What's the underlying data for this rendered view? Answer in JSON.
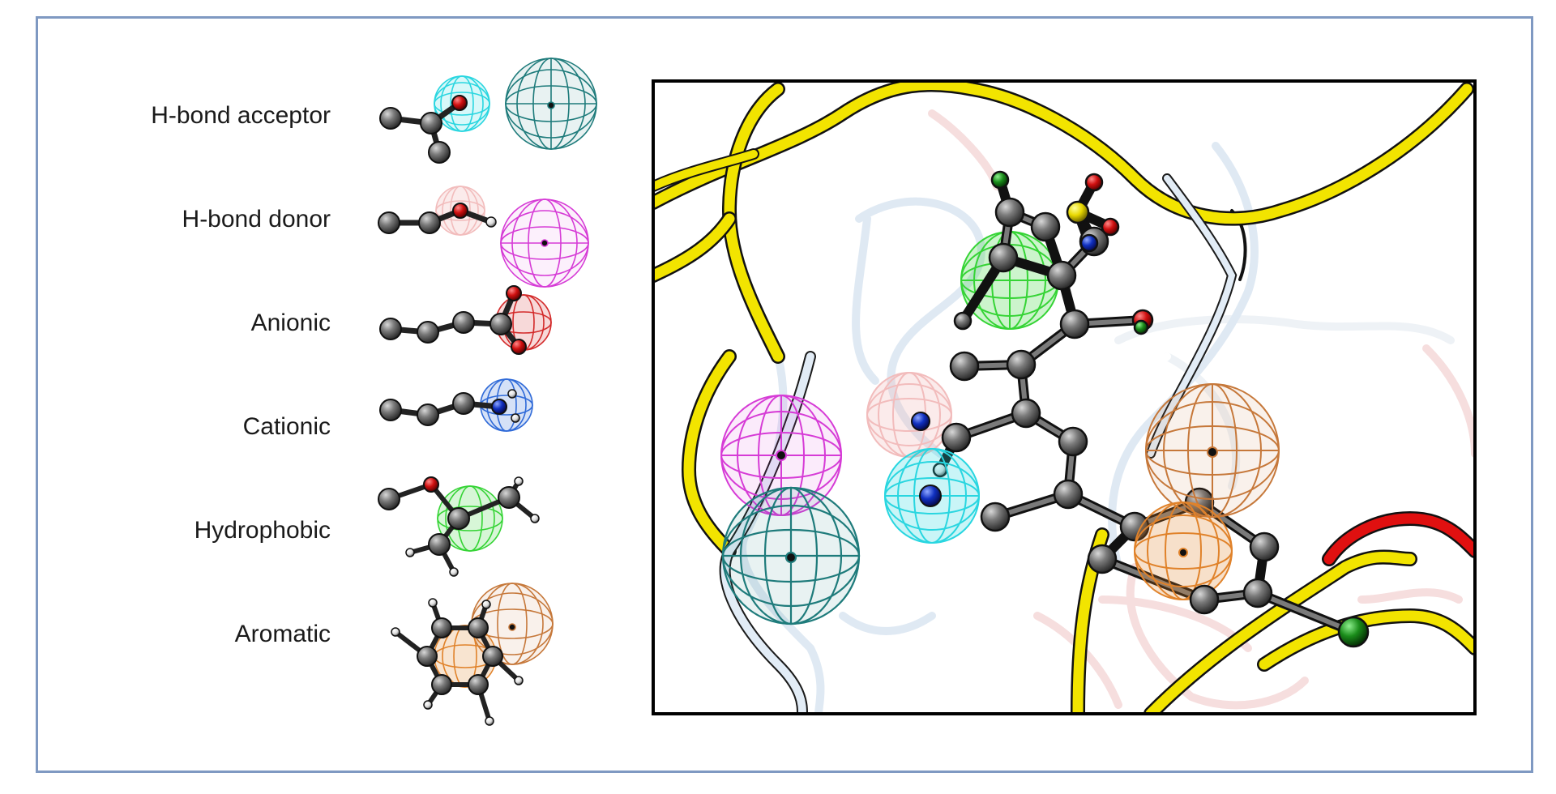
{
  "legend": {
    "items": [
      {
        "label": "H-bond acceptor",
        "colors": [
          "#29d6e0",
          "#1e7b7b"
        ]
      },
      {
        "label": "H-bond donor",
        "colors": [
          "#f2bcbc",
          "#d63bd6"
        ]
      },
      {
        "label": "Anionic",
        "colors": [
          "#d32a2a"
        ]
      },
      {
        "label": "Cationic",
        "colors": [
          "#2f6ad8"
        ]
      },
      {
        "label": "Hydrophobic",
        "colors": [
          "#35d435"
        ]
      },
      {
        "label": "Aromatic",
        "colors": [
          "#e0822a",
          "#c6783a"
        ]
      }
    ]
  },
  "colors": {
    "frame_border": "#7f99c2",
    "ribbon_yellow": "#f2e400",
    "ribbon_red": "#e01010",
    "atom_gray": "#6e6e6e",
    "oxygen": "#d01010",
    "nitrogen": "#1030c0",
    "sulfur": "#e8d800",
    "chlorine": "#1a8c1a"
  },
  "icons": [
    "wireframe-sphere-icon",
    "ball-and-stick-molecule-icon"
  ]
}
